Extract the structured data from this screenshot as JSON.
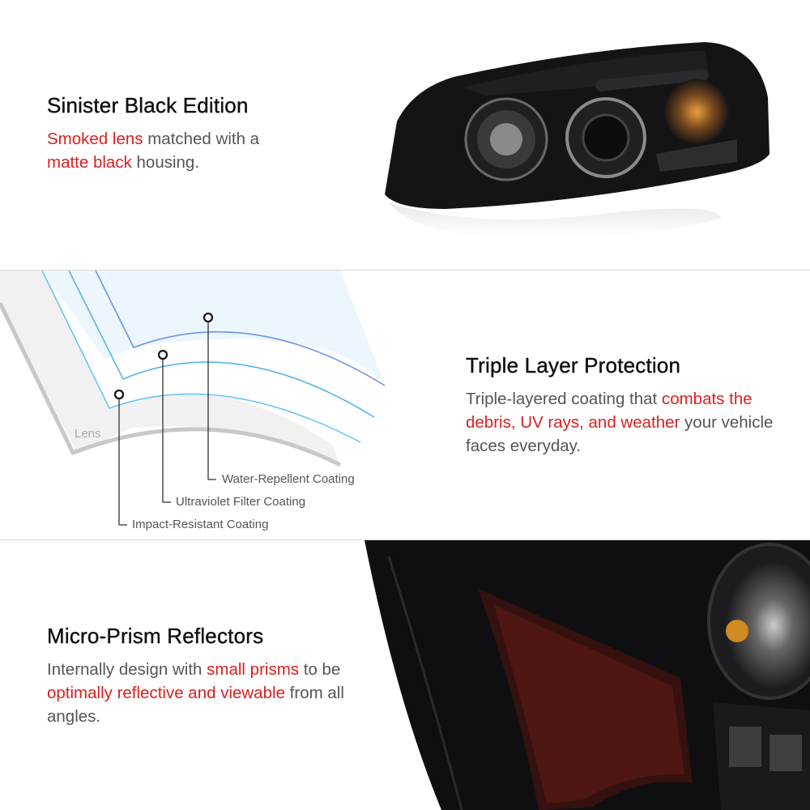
{
  "sections": [
    {
      "title": "Sinister Black Edition",
      "body": [
        {
          "text": "Smoked lens",
          "highlight": true
        },
        {
          "text": " matched with a ",
          "highlight": false
        },
        {
          "text": "matte black",
          "highlight": true
        },
        {
          "text": " housing.",
          "highlight": false
        }
      ]
    },
    {
      "title": "Triple Layer Protection",
      "body": [
        {
          "text": "Triple-layered coating that ",
          "highlight": false
        },
        {
          "text": "combats the debris, UV rays, and weather",
          "highlight": true
        },
        {
          "text": " your vehicle faces everyday.",
          "highlight": false
        }
      ],
      "diagram": {
        "lens_label": "Lens",
        "layers": [
          "Water-Repellent Coating",
          "Ultraviolet Filter Coating",
          "Impact-Resistant Coating"
        ]
      }
    },
    {
      "title": "Micro-Prism Reflectors",
      "body": [
        {
          "text": "Internally design with ",
          "highlight": false
        },
        {
          "text": "small prisms",
          "highlight": true
        },
        {
          "text": " to be ",
          "highlight": false
        },
        {
          "text": "optimally reflective and viewable",
          "highlight": true
        },
        {
          "text": " from all angles.",
          "highlight": false
        }
      ]
    }
  ],
  "colors": {
    "highlight": "#d9201f",
    "text": "#555555",
    "heading": "#111111"
  }
}
